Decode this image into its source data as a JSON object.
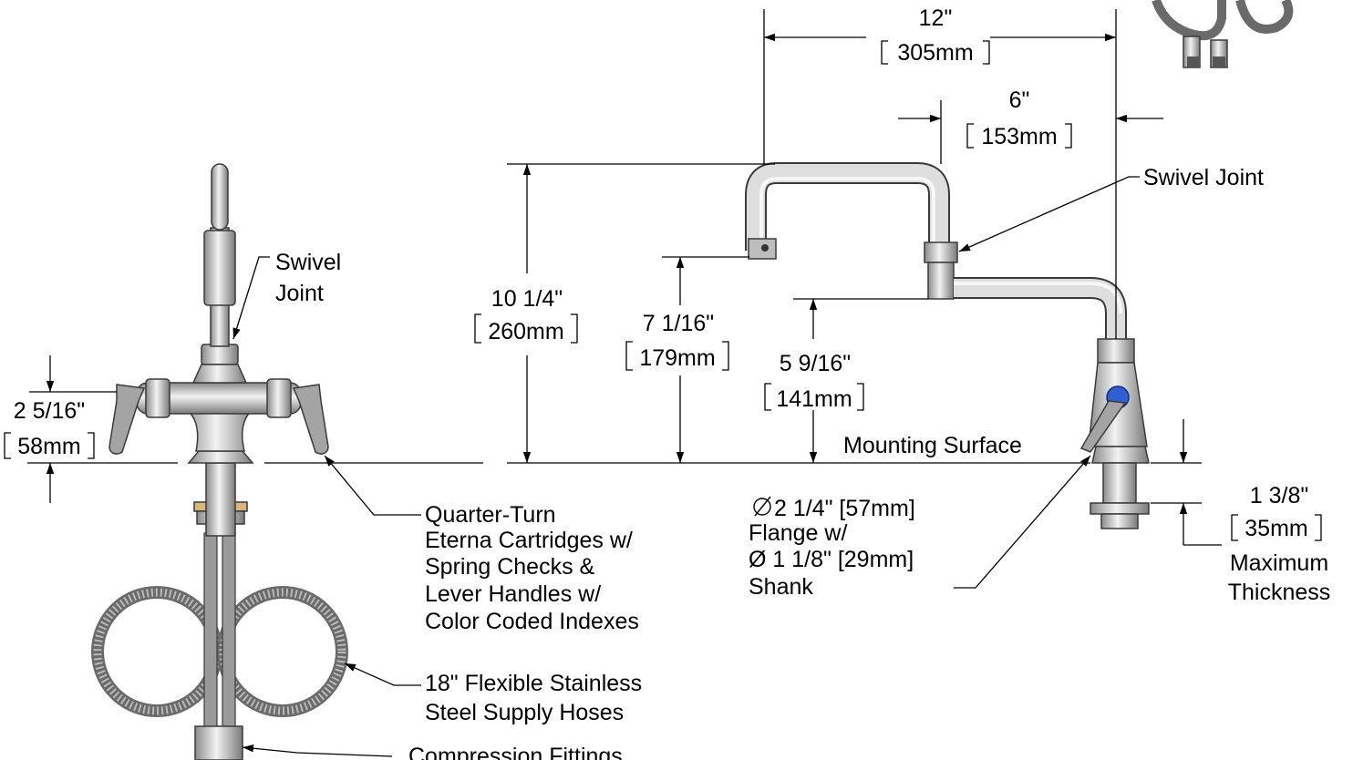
{
  "colors": {
    "line": "#000000",
    "steel_light": "#e6e6e6",
    "steel_dark": "#8a8a8a",
    "index_blue": "#2f5fd0",
    "brass": "#c9a36a"
  },
  "icons": {
    "diameter_symbol": "diameter-icon"
  },
  "labels": {
    "swivel_joint_side": [
      "Swivel",
      "Joint"
    ],
    "swivel_joint_front": "Swivel Joint",
    "quarter_turn": [
      "Quarter-Turn",
      "Eterna Cartridges w/",
      "Spring Checks &",
      "Lever Handles w/",
      "Color Coded Indexes"
    ],
    "hoses": [
      "18\" Flexible Stainless",
      "Steel Supply Hoses"
    ],
    "compression": "Compression Fittings",
    "mounting_surface": "Mounting Surface",
    "flange_diameter": "2 1/4\" [57mm]",
    "flange": "Flange w/",
    "shank_diameter": "Ø 1 1/8\" [29mm]",
    "shank": "Shank",
    "max_thickness": [
      "Maximum",
      "Thickness"
    ]
  },
  "dimensions": {
    "reach_total": {
      "in": "12\"",
      "mm": "305mm"
    },
    "reach_swivel": {
      "in": "6\"",
      "mm": "153mm"
    },
    "overall_height": {
      "in": "10 1/4\"",
      "mm": "260mm"
    },
    "outlet_height": {
      "in": "7 1/16\"",
      "mm": "179mm"
    },
    "swivel_height": {
      "in": "5 9/16\"",
      "mm": "141mm"
    },
    "handle_height": {
      "in": "2 5/16\"",
      "mm": "58mm"
    },
    "mount_thickness": {
      "in": "1 3/8\"",
      "mm": "35mm"
    }
  }
}
